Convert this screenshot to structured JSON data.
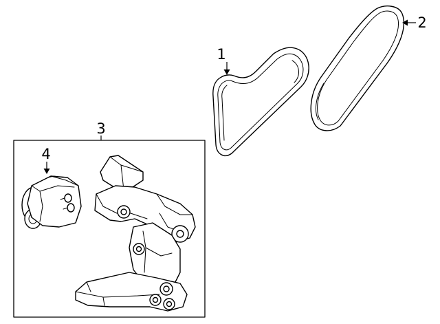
{
  "callouts": [
    {
      "number": "1",
      "part": "serpentine-belt-inner"
    },
    {
      "number": "2",
      "part": "serpentine-belt-outer"
    },
    {
      "number": "3",
      "part": "bracket-assembly"
    },
    {
      "number": "4",
      "part": "belt-tensioner"
    }
  ],
  "colors": {
    "line": "#000000",
    "background": "#ffffff"
  }
}
